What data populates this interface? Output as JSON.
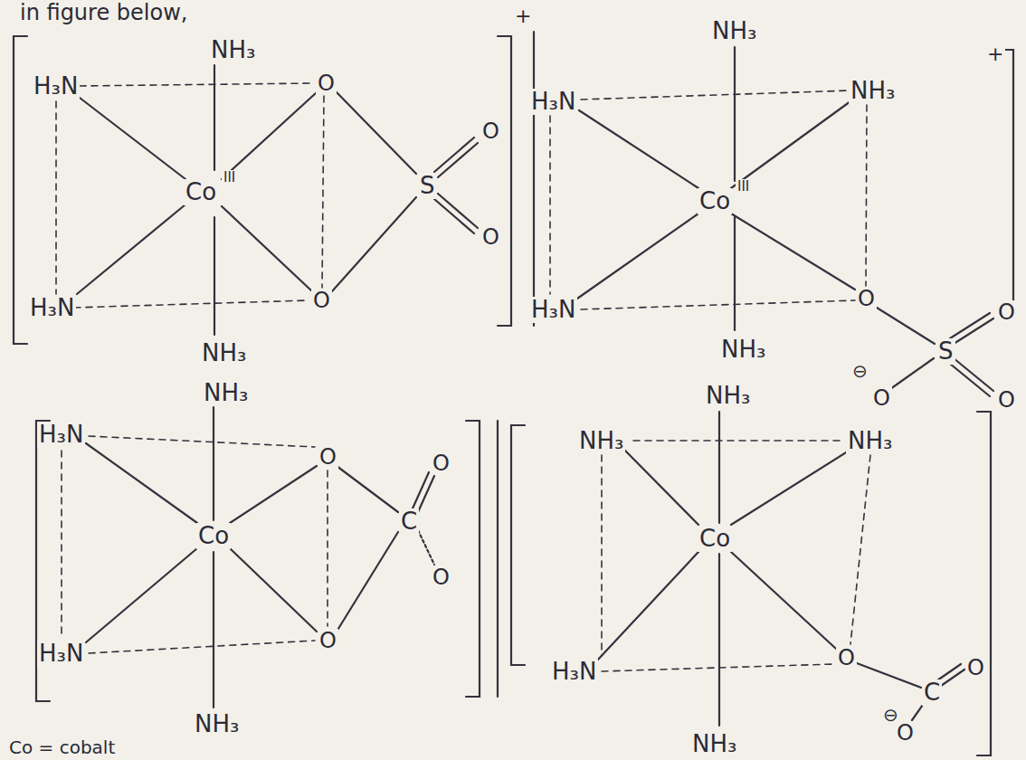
{
  "diagram": {
    "labels": [
      "in figure below,",
      "NH₃",
      "H₃N",
      "O",
      "Co",
      "III",
      "S",
      "O",
      "O",
      "H₃N",
      "O",
      "NH₃",
      "+",
      "NH₃",
      "H₃N",
      "NH₃",
      "Co",
      "III",
      "H₃N",
      "NH₃",
      "O",
      "S",
      "O",
      "O",
      "O",
      "⊖",
      "+",
      "NH₃",
      "H₃N",
      "O",
      "Co",
      "C",
      "O",
      "O",
      "H₃N",
      "O",
      "NH₃",
      "NH₃",
      "NH₃",
      "NH₃",
      "Co",
      "H₃N",
      "O",
      "C",
      "O",
      "O",
      "⊖",
      "NH₃",
      "Co = cobalt"
    ]
  }
}
